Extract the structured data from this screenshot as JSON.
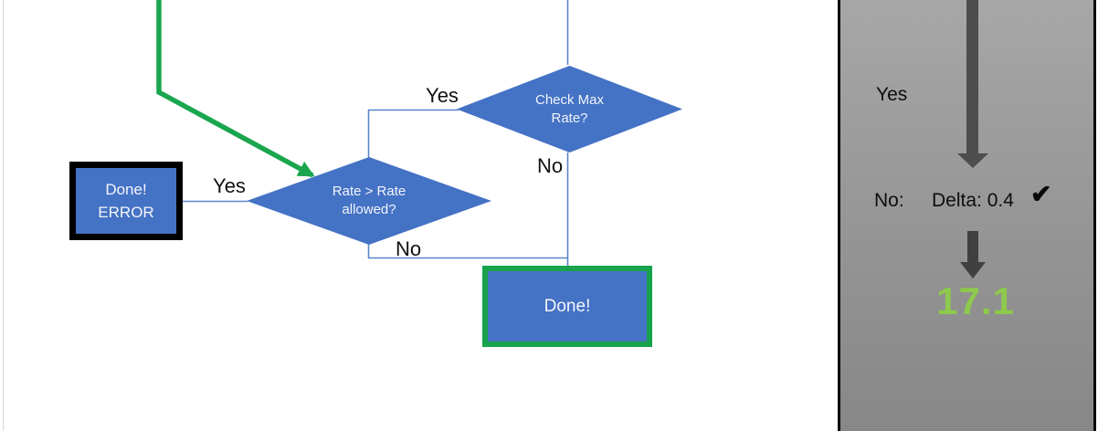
{
  "flowchart": {
    "shape_fill": "#4472c4",
    "connector_color": "#5b84c9",
    "green_accent": "#1aa64e",
    "decisions": {
      "check_max": {
        "line1": "Check Max",
        "line2": "Rate?",
        "yes": "Yes",
        "no": "No"
      },
      "rate_allowed": {
        "line1": "Rate > Rate",
        "line2": "allowed?",
        "yes": "Yes",
        "no": "No"
      }
    },
    "terminals": {
      "error": {
        "line1": "Done!",
        "line2": "ERROR",
        "border_color": "#000000"
      },
      "done": {
        "label": "Done!",
        "border_color": "#18a24b"
      }
    }
  },
  "side_panel": {
    "yes_label": "Yes",
    "no_label": "No:",
    "delta_text": "Delta: 0.4",
    "check_icon": "✔",
    "result_value": "17.1",
    "result_color": "#8dc94c",
    "arrow_color": "#4d4d4d"
  }
}
